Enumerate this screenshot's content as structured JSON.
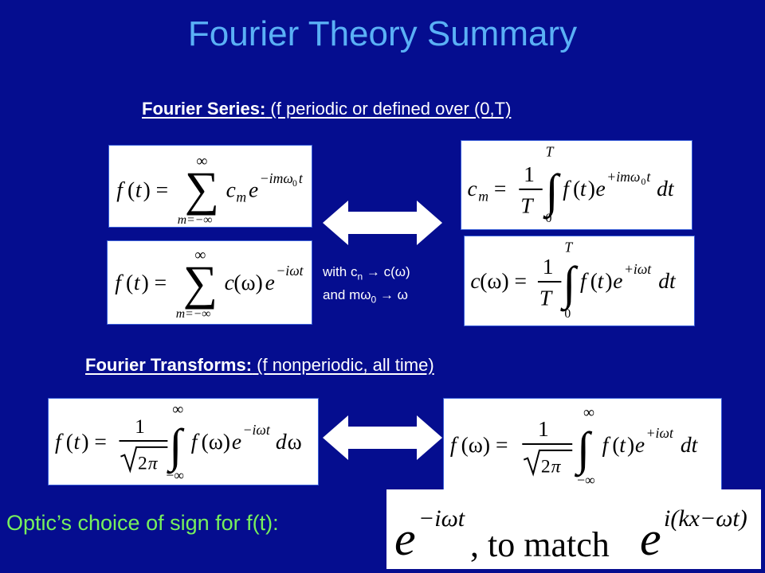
{
  "title": "Fourier Theory Summary",
  "series_heading": {
    "bold": "Fourier Series:",
    "rest": " (f periodic or defined over (0,T)"
  },
  "transforms_heading": {
    "bold": "Fourier Transforms:",
    "rest": " (f nonperiodic,  all time)"
  },
  "note": {
    "line1_prefix": "with c",
    "line1_sub": "n",
    "line1_suffix": " → c(ω)",
    "line2_prefix": "and mω",
    "line2_sub": "0",
    "line2_suffix": " → ω"
  },
  "optic": {
    "label": "Optic’s choice of sign for f(t):",
    "formula_text": ", to match"
  },
  "equations": {
    "upper_sum_limit": "∞",
    "lower_sum_limit": "m=−∞",
    "integral_upper_T": "T",
    "integral_lower_0": "0",
    "integral_inf": "∞",
    "integral_minus_inf": "−∞"
  },
  "colors": {
    "background": "#050d8f",
    "title": "#5ab0f5",
    "optic_label": "#77f05c"
  }
}
